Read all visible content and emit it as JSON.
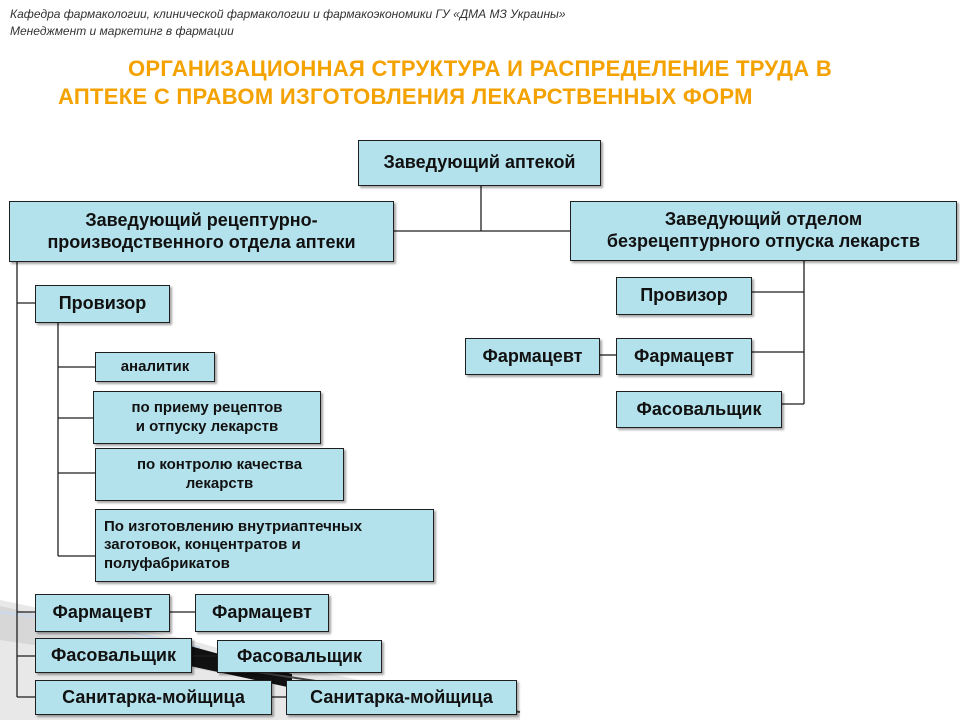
{
  "header": {
    "line1": "Кафедра фармакологии, клинической фармакологии и фармакоэкономики ГУ «ДМА МЗ  Украины»",
    "line2": "Менеджмент и маркетинг в фармации"
  },
  "title": {
    "line1": "ОРГАНИЗАЦИОННАЯ СТРУКТУРА И РАСПРЕДЕЛЕНИЕ ТРУДА В",
    "line2": "АПТЕКЕ С ПРАВОМ ИЗГОТОВЛЕНИЯ ЛЕКАРСТВЕННЫХ ФОРМ"
  },
  "colors": {
    "title": "#f4a200",
    "box_fill": "#b4e2ec",
    "box_border": "#1f1f1f"
  },
  "nodes": {
    "head": "Заведующий аптекой",
    "left_dept_l1": "Заведующий рецептурно-",
    "left_dept_l2": "производственного отдела аптеки",
    "right_dept_l1": "Заведующий отделом",
    "right_dept_l2": "безрецептурного отпуска лекарств",
    "provizor_left": "Провизор",
    "analitik": "аналитик",
    "priem_l1": "по приему рецептов",
    "priem_l2": "и отпуску лекарств",
    "kontrol_l1": "по контролю качества",
    "kontrol_l2": "лекарств",
    "izgot_l1": "По изготовлению внутриаптечных",
    "izgot_l2": "заготовок, концентратов и",
    "izgot_l3": "полуфабрикатов",
    "farmacevt_left_1": "Фармацевт",
    "farmacevt_left_2": "Фармацевт",
    "fasov_left_1": "Фасовальщик",
    "fasov_left_2": "Фасовальщик",
    "sanit_left_1": "Санитарка-мойщица",
    "sanit_left_2": "Санитарка-мойщица",
    "provizor_right": "Провизор",
    "farmacevt_right_outer": "Фармацевт",
    "farmacevt_right_inner": "Фармацевт",
    "fasov_right": "Фасовальщик"
  }
}
